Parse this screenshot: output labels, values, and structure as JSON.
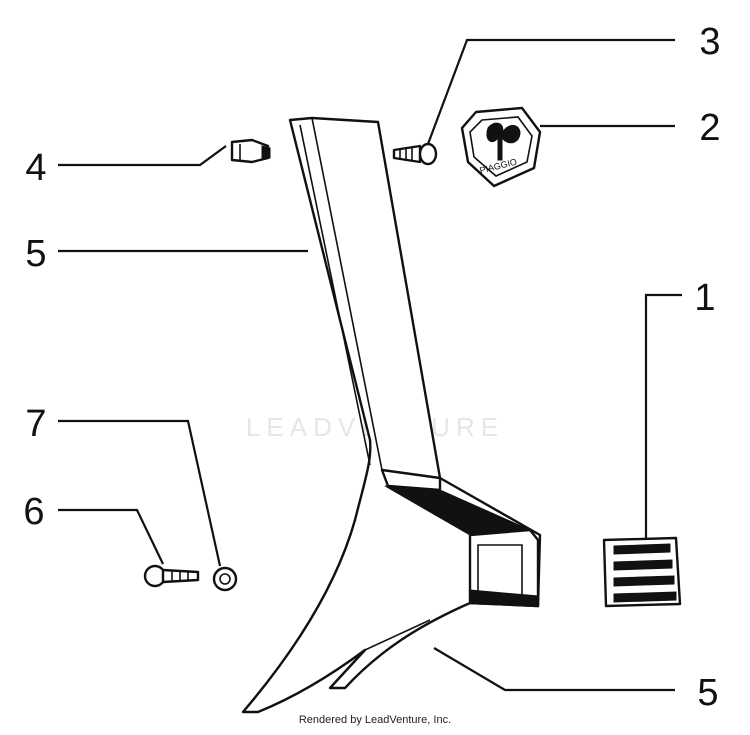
{
  "diagram": {
    "callouts": [
      {
        "id": "1",
        "label": "1"
      },
      {
        "id": "2",
        "label": "2"
      },
      {
        "id": "3",
        "label": "3"
      },
      {
        "id": "4",
        "label": "4"
      },
      {
        "id": "5a",
        "label": "5"
      },
      {
        "id": "5b",
        "label": "5"
      },
      {
        "id": "6",
        "label": "6"
      },
      {
        "id": "7",
        "label": "7"
      }
    ],
    "badge_text": "PIAGGIO",
    "watermark_text": "LEADVENTURE",
    "footer_text": "Rendered by LeadVenture, Inc."
  },
  "colors": {
    "line": "#111111",
    "background": "#ffffff",
    "watermark": "#e6e6e6"
  }
}
